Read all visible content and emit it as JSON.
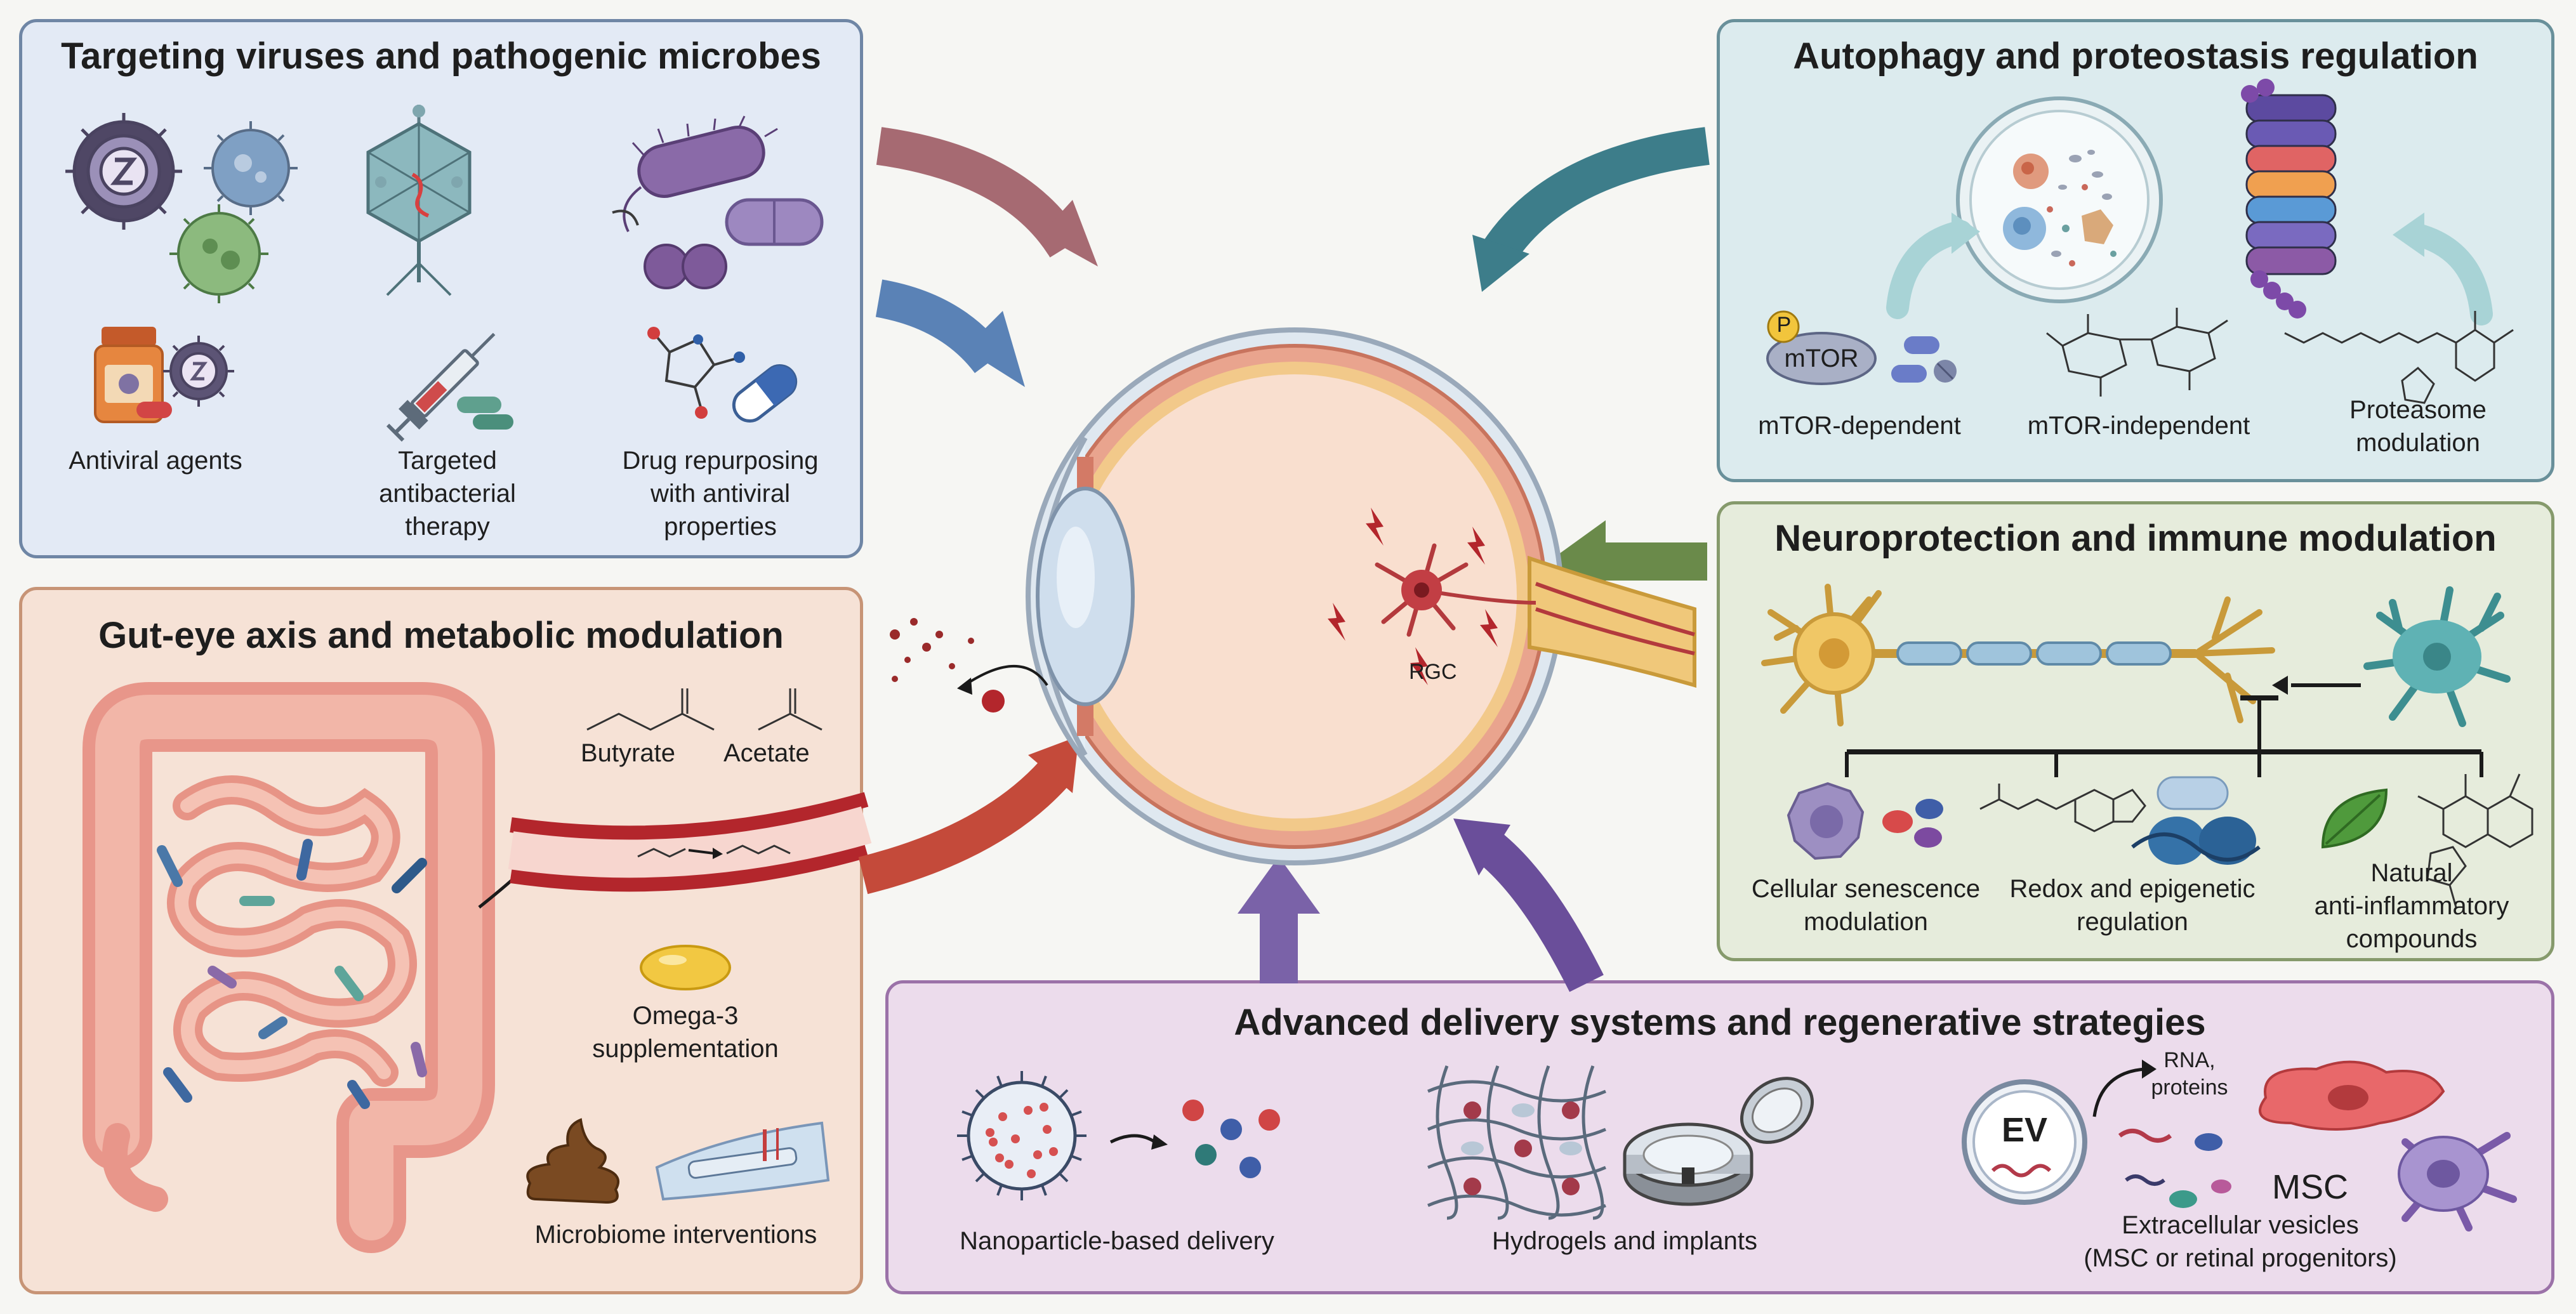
{
  "colors": {
    "viruses_bg": "#e3eaf5",
    "autophagy_bg": "#dcebee",
    "neuro_bg": "#e6ecdc",
    "gut_bg": "#f6e2d6",
    "delivery_bg": "#ecdcec"
  },
  "viruses": {
    "title": "Targeting viruses and pathogenic microbes",
    "items": [
      {
        "label": "Antiviral agents",
        "icon": "antiviral-agents-icon"
      },
      {
        "label": "Targeted\nantibacterial\ntherapy",
        "icon": "syringe-icon"
      },
      {
        "label": "Drug repurposing\nwith antiviral\nproperties",
        "icon": "capsule-molecule-icon"
      }
    ]
  },
  "autophagy": {
    "title": "Autophagy and proteostasis regulation",
    "phospho": "P",
    "mtor": "mTOR",
    "items": [
      {
        "label": "mTOR-dependent"
      },
      {
        "label": "mTOR-independent"
      },
      {
        "label": "Proteasome\nmodulation"
      }
    ]
  },
  "neuro": {
    "title": "Neuroprotection and immune modulation",
    "items": [
      {
        "label": "Cellular senescence\nmodulation"
      },
      {
        "label": "Redox and epigenetic\nregulation"
      },
      {
        "label": "Natural\nanti-inflammatory\ncompounds"
      }
    ]
  },
  "gut": {
    "title": "Gut-eye axis and metabolic modulation",
    "butyrate": "Butyrate",
    "acetate": "Acetate",
    "omega": "Omega-3\nsupplementation",
    "microbiome": "Microbiome interventions"
  },
  "delivery": {
    "title": "Advanced delivery systems and regenerative strategies",
    "nanoparticle": "Nanoparticle-based delivery",
    "hydrogels": "Hydrogels and implants",
    "ev": "EV",
    "rna": "RNA,\nproteins",
    "msc": "MSC",
    "vesicles": "Extracellular vesicles\n(MSC or retinal progenitors)"
  },
  "eye": {
    "rgc": "RGC"
  }
}
